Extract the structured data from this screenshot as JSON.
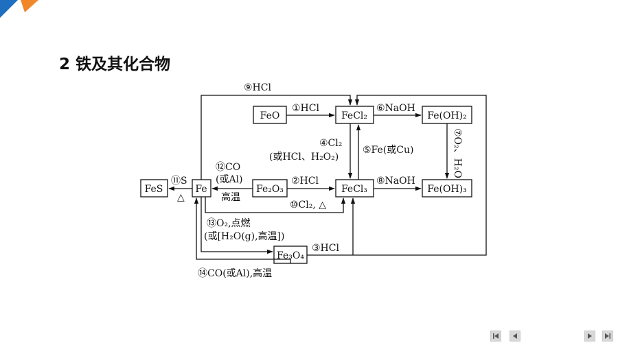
{
  "heading": "2 铁及其化合物",
  "compounds": {
    "feo": "FeO",
    "fecl2": "FeCl₂",
    "feoh2": "Fe(OH)₂",
    "fes": "FeS",
    "fe": "Fe",
    "fe2o3": "Fe₂O₃",
    "fecl3": "FeCl₃",
    "feoh3": "Fe(OH)₃",
    "fe3o4": "Fe₃O₄"
  },
  "labels": {
    "r9": "⑨HCl",
    "r1": "①HCl",
    "r6": "⑥NaOH",
    "r4_line1": "④Cl₂",
    "r4_line2": "(或HCl、H₂O₂)",
    "r5": "⑤Fe(或Cu)",
    "r7": "⑦O₂、H₂O",
    "r12_line1": "⑫CO",
    "r12_line2": "(或Al)",
    "r12_line3": "高温",
    "r11": "⑪S",
    "r11_cond": "△",
    "r2": "②HCl",
    "r8": "⑧NaOH",
    "r10": "⑩Cl₂, △",
    "r13_line1": "⑬O₂,点燃",
    "r13_line2": "(或[H₂O(g),高温])",
    "r3": "③HCl",
    "r14": "⑭CO(或Al),高温"
  },
  "colors": {
    "accent_blue": "#1f6fc0",
    "accent_orange": "#f0882a"
  },
  "nav": {
    "first": "first-slide-icon",
    "prev": "previous-slide-icon",
    "next": "next-slide-icon",
    "last": "last-slide-icon"
  }
}
